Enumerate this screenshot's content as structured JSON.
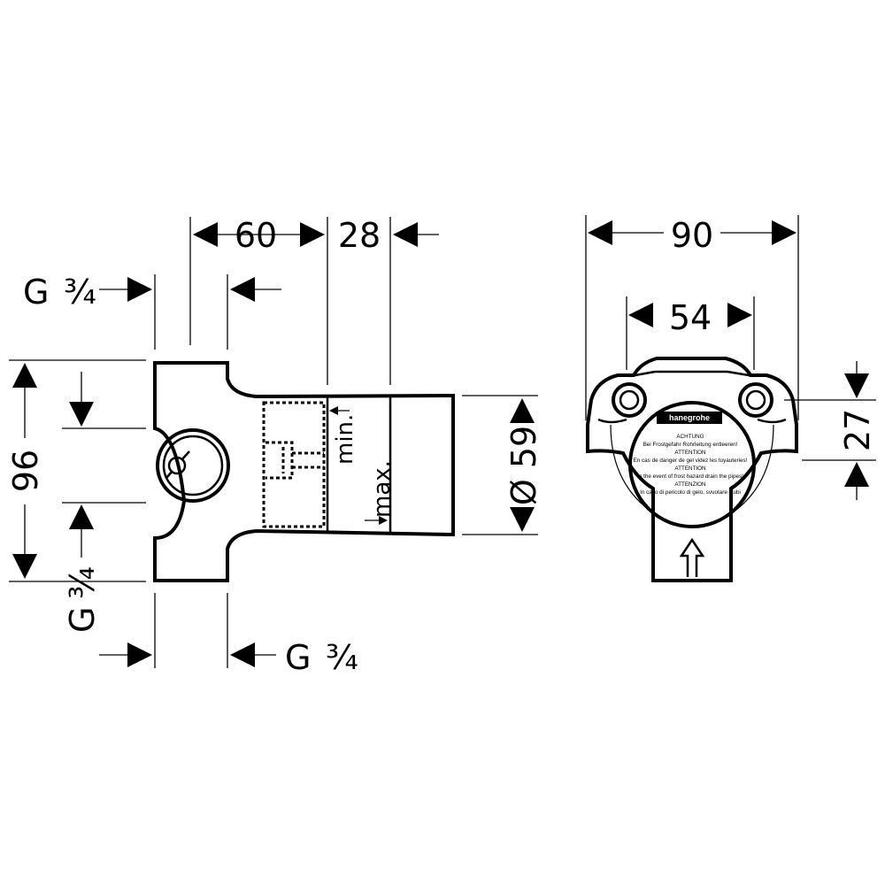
{
  "side_view": {
    "dim_60": "60",
    "dim_28": "28",
    "dim_96": "96",
    "dim_diameter": "Ø 59",
    "thread_g": "G",
    "thread_fraction": "¾",
    "label_min": "min.",
    "label_max": "max."
  },
  "front_view": {
    "dim_90": "90",
    "dim_54": "54",
    "dim_27": "27",
    "brand": "hanegrohe",
    "warning_lines": [
      "ACHTUNG",
      "Bei Frostgefahr Rohrleitung entleeren!",
      "ATTENTION",
      "En cas de danger de gel videz les tuyauteries!",
      "ATTENTION",
      "In the event of frost hazard drain the pipes!",
      "ATTENZION",
      "In caso di pericolo di gelo, svuotare i tubi"
    ]
  }
}
